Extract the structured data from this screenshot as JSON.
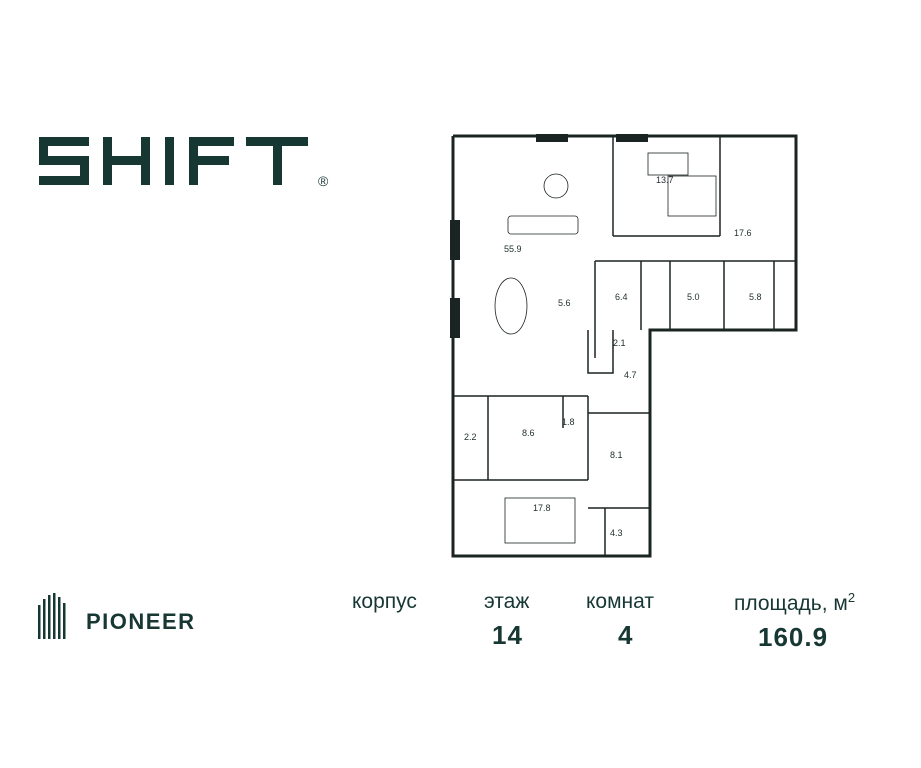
{
  "brand": {
    "name": "SHIFT",
    "registered_mark": "®",
    "developer": "PIONEER"
  },
  "plan": {
    "rooms": [
      {
        "area": "55.9"
      },
      {
        "area": "13.7"
      },
      {
        "area": "17.6"
      },
      {
        "area": "5.6"
      },
      {
        "area": "6.4"
      },
      {
        "area": "5.0"
      },
      {
        "area": "5.8"
      },
      {
        "area": "2.1"
      },
      {
        "area": "4.7"
      },
      {
        "area": "1.8"
      },
      {
        "area": "8.6"
      },
      {
        "area": "2.2"
      },
      {
        "area": "8.1"
      },
      {
        "area": "17.8"
      },
      {
        "area": "4.3"
      }
    ]
  },
  "info": {
    "building": {
      "label": "корпус",
      "value": ""
    },
    "floor": {
      "label": "этаж",
      "value": "14"
    },
    "rooms": {
      "label": "комнат",
      "value": "4"
    },
    "area": {
      "label": "площадь, м",
      "unit_sup": "2",
      "value": "160.9"
    }
  },
  "colors": {
    "brand": "#173733",
    "wall": "#1a2422",
    "window": "#1a2422"
  }
}
